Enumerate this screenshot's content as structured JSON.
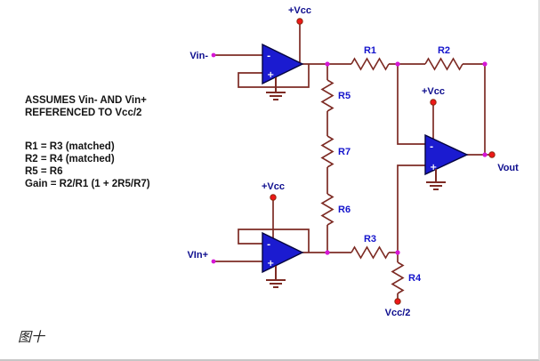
{
  "figure": {
    "caption": "图十"
  },
  "notes": {
    "assumption_line1": "ASSUMES Vin- AND Vin+",
    "assumption_line2": "REFERENCED TO Vcc/2",
    "rules": [
      "R1 = R3 (matched)",
      "R2 = R4 (matched)",
      "R5 = R6",
      "Gain = R2/R1 (1 + 2R5/R7)"
    ]
  },
  "circuit": {
    "power_label": "+Vcc",
    "vin_minus": "Vin-",
    "vin_plus": "VIn+",
    "vout": "Vout",
    "vcc_half": "Vcc/2",
    "resistors": {
      "r1": "R1",
      "r2": "R2",
      "r3": "R3",
      "r4": "R4",
      "r5": "R5",
      "r6": "R6",
      "r7": "R7"
    },
    "opamp_minus": "-",
    "opamp_plus": "+"
  },
  "colors": {
    "wire": "#7d2b24",
    "opamp_fill": "#1b1bd0",
    "opamp_stroke": "#05053f",
    "resistor_label": "#1414cc",
    "pin_label": "#0d0d8e",
    "junction_dot": "#d616d6",
    "terminal_dot": "#ee1717",
    "note_text": "#151515"
  }
}
